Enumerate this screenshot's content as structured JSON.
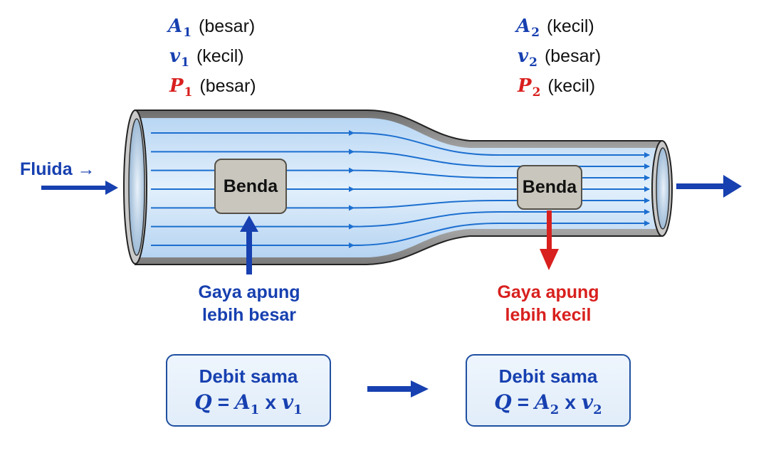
{
  "colors": {
    "blue": "#1740b0",
    "red": "#d8201e",
    "fluid": "#cfe4f8",
    "streamline": "#1c6fd0",
    "pipe_wall": "#9a9a9a",
    "body_fill": "#c9c6bd"
  },
  "left_section": {
    "area": {
      "symbol": "A",
      "sub": "1",
      "desc": "(besar)"
    },
    "velocity": {
      "symbol": "v",
      "sub": "1",
      "desc": "(kecil)"
    },
    "pressure": {
      "symbol": "P",
      "sub": "1",
      "desc": "(besar)"
    },
    "object_label": "Benda",
    "buoyancy_line1": "Gaya apung",
    "buoyancy_line2": "lebih besar",
    "buoyancy_direction": "up"
  },
  "right_section": {
    "area": {
      "symbol": "A",
      "sub": "2",
      "desc": "(kecil)"
    },
    "velocity": {
      "symbol": "v",
      "sub": "2",
      "desc": "(besar)"
    },
    "pressure": {
      "symbol": "P",
      "sub": "2",
      "desc": "(kecil)"
    },
    "object_label": "Benda",
    "buoyancy_line1": "Gaya apung",
    "buoyancy_line2": "lebih kecil",
    "buoyancy_direction": "down"
  },
  "inlet_label": "Fluida →",
  "streamline_count": 7,
  "flow_rate_boxes": [
    {
      "title": "Debit sama",
      "q": "Q",
      "eq": "=",
      "a": "A",
      "a_sub": "1",
      "times": "x",
      "v": "v",
      "v_sub": "1"
    },
    {
      "title": "Debit sama",
      "q": "Q",
      "eq": "=",
      "a": "A",
      "a_sub": "2",
      "times": "x",
      "v": "v",
      "v_sub": "2"
    }
  ]
}
